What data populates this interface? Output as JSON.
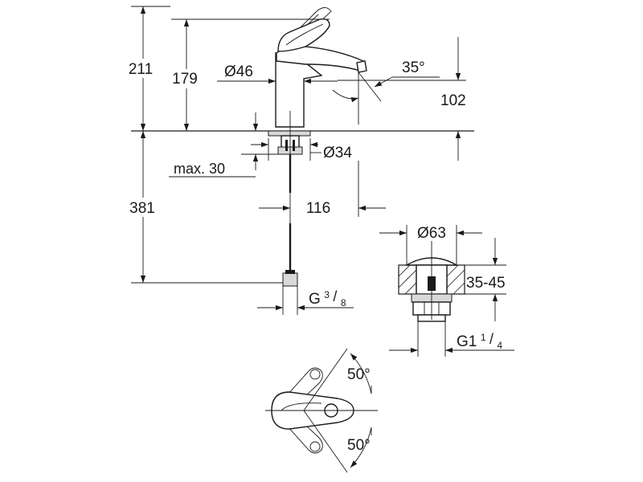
{
  "diagram": {
    "side_view": {
      "height_total": "211",
      "height_spout": "179",
      "body_diameter": "Ø46",
      "spout_angle": "35°",
      "spout_outlet_height": "102",
      "mount_hole_diameter": "Ø34",
      "max_deck_thickness": "max. 30",
      "projection": "116",
      "hose_length": "381",
      "hose_connection": {
        "prefix": "G",
        "sup": "3",
        "sep": "/",
        "sub": "8"
      }
    },
    "waste_detail": {
      "plug_diameter": "Ø63",
      "basin_thickness": "35-45",
      "waste_thread": {
        "prefix": "G1",
        "sup": "1",
        "sep": "/",
        "sub": "4"
      }
    },
    "top_view": {
      "swing_angle_back": "50°",
      "swing_angle_front": "50°"
    }
  }
}
